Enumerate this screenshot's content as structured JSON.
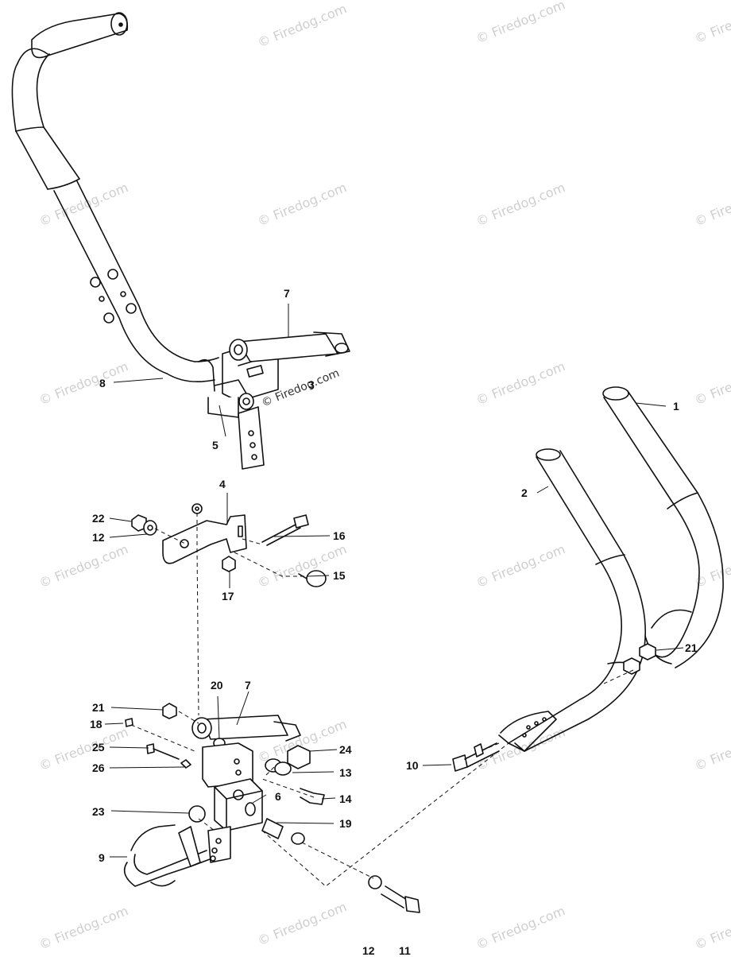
{
  "watermark": {
    "text": "© Firedog.com",
    "inline_text": "© Firedog.com"
  },
  "callouts": [
    {
      "id": "c1",
      "label": "1"
    },
    {
      "id": "c2",
      "label": "2"
    },
    {
      "id": "c3",
      "label": "3"
    },
    {
      "id": "c4",
      "label": "4"
    },
    {
      "id": "c5",
      "label": "5"
    },
    {
      "id": "c6",
      "label": "6"
    },
    {
      "id": "c7a",
      "label": "7"
    },
    {
      "id": "c7b",
      "label": "7"
    },
    {
      "id": "c8",
      "label": "8"
    },
    {
      "id": "c9",
      "label": "9"
    },
    {
      "id": "c10",
      "label": "10"
    },
    {
      "id": "c11",
      "label": "11"
    },
    {
      "id": "c12a",
      "label": "12"
    },
    {
      "id": "c12b",
      "label": "12"
    },
    {
      "id": "c13",
      "label": "13"
    },
    {
      "id": "c14",
      "label": "14"
    },
    {
      "id": "c15",
      "label": "15"
    },
    {
      "id": "c16",
      "label": "16"
    },
    {
      "id": "c17",
      "label": "17"
    },
    {
      "id": "c18",
      "label": "18"
    },
    {
      "id": "c19",
      "label": "19"
    },
    {
      "id": "c20",
      "label": "20"
    },
    {
      "id": "c21a",
      "label": "21"
    },
    {
      "id": "c21b",
      "label": "21"
    },
    {
      "id": "c22",
      "label": "22"
    },
    {
      "id": "c23",
      "label": "23"
    },
    {
      "id": "c24",
      "label": "24"
    },
    {
      "id": "c25",
      "label": "25"
    },
    {
      "id": "c26",
      "label": "26"
    }
  ]
}
